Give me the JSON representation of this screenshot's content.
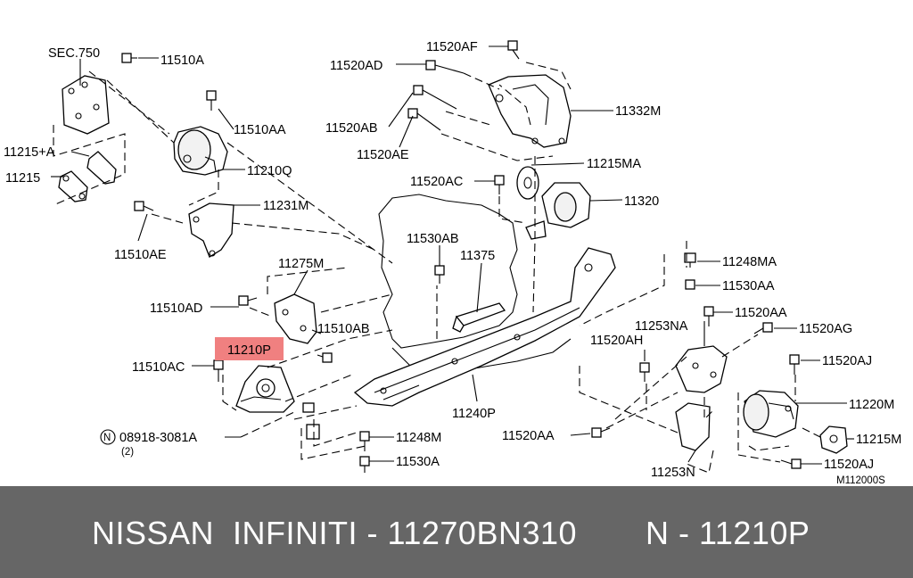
{
  "diagram": {
    "highlight_color": "#f08080",
    "drawing_id": "M112000S",
    "sec_ref": "SEC.750",
    "callouts": {
      "c11510A": "11510A",
      "c11510AA": "11510AA",
      "c11215A": "11215+A",
      "c11210Q": "11210Q",
      "c11215": "11215",
      "c11231M": "11231M",
      "c11510AE": "11510AE",
      "c11520AF": "11520AF",
      "c11520AD": "11520AD",
      "c11520AB": "11520AB",
      "c11520AE": "11520AE",
      "c11332M": "11332M",
      "c11215MA": "11215MA",
      "c11520AC": "11520AC",
      "c11320": "11320",
      "c11530AB": "11530AB",
      "c11375": "11375",
      "c11275M": "11275M",
      "c11510AD": "11510AD",
      "c11510AB": "11510AB",
      "c11210P": "11210P",
      "c11510AC": "11510AC",
      "c08918": "08918-3081A",
      "c08918_qty": "(2)",
      "c08918_prefix": "N",
      "c11240P": "11240P",
      "c11248M": "11248M",
      "c11530A": "11530A",
      "c11248MA": "11248MA",
      "c11530AA": "11530AA",
      "c11253NA": "11253NA",
      "c11520AA_top": "11520AA",
      "c11520AG": "11520AG",
      "c11520AH": "11520AH",
      "c11520AJ_top": "11520AJ",
      "c11220M": "11220M",
      "c11520AA_bot": "11520AA",
      "c11215M": "11215M",
      "c11520AJ_bot": "11520AJ",
      "c11253N": "11253N"
    }
  },
  "footer": {
    "brand_text": "NISSAN  INFINITI - 11270BN310",
    "part_text": "N - 11210P",
    "background": "#666666"
  }
}
